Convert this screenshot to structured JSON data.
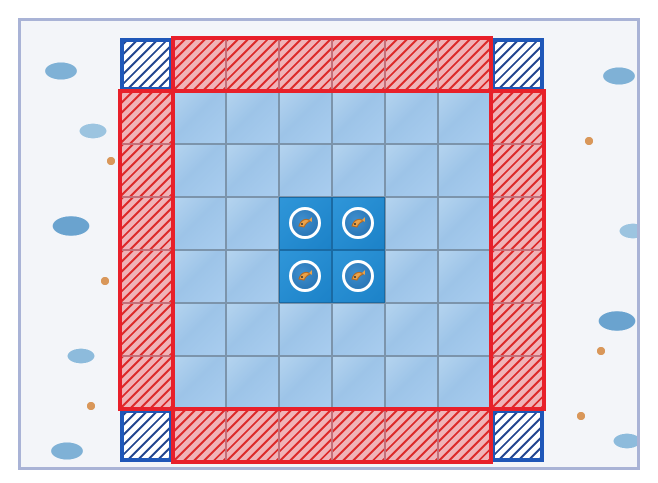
{
  "game": {
    "board_grid": "8x8",
    "rows": [
      [
        "corner",
        "hatch",
        "hatch",
        "hatch",
        "hatch",
        "hatch",
        "hatch",
        "corner"
      ],
      [
        "hatch",
        "water",
        "water",
        "water",
        "water",
        "water",
        "water",
        "hatch"
      ],
      [
        "hatch",
        "water",
        "water",
        "water",
        "water",
        "water",
        "water",
        "hatch"
      ],
      [
        "hatch",
        "water",
        "water",
        "center",
        "center",
        "water",
        "water",
        "hatch"
      ],
      [
        "hatch",
        "water",
        "water",
        "center",
        "center",
        "water",
        "water",
        "hatch"
      ],
      [
        "hatch",
        "water",
        "water",
        "water",
        "water",
        "water",
        "water",
        "hatch"
      ],
      [
        "hatch",
        "water",
        "water",
        "water",
        "water",
        "water",
        "water",
        "hatch"
      ],
      [
        "corner",
        "hatch",
        "hatch",
        "hatch",
        "hatch",
        "hatch",
        "hatch",
        "corner"
      ]
    ],
    "tokens": [
      {
        "row": 3,
        "col": 3,
        "icon": "fish-icon"
      },
      {
        "row": 3,
        "col": 4,
        "icon": "fish-icon"
      },
      {
        "row": 4,
        "col": 3,
        "icon": "fish-icon"
      },
      {
        "row": 4,
        "col": 4,
        "icon": "fish-icon"
      }
    ],
    "colors": {
      "boundary_red": "#e8202a",
      "corner_blue": "#1f57b8",
      "water_light": "#a9cdef",
      "center_blue": "#1c82c8",
      "frame_border": "#a9b3d6"
    }
  }
}
